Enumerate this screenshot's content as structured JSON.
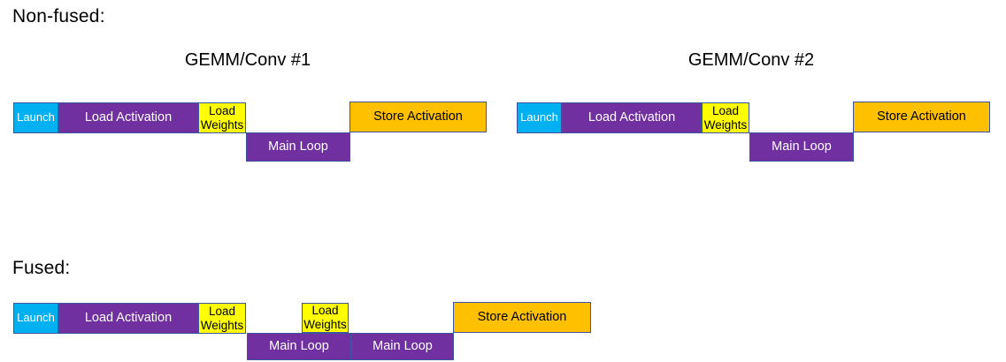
{
  "sections": {
    "non_fused_label": "Non-fused:",
    "fused_label": "Fused:"
  },
  "non_fused": {
    "group1_title": "GEMM/Conv #1",
    "group2_title": "GEMM/Conv #2"
  },
  "block_labels": {
    "launch": "Launch",
    "load_activation": "Load Activation",
    "load_weights": "Load Weights",
    "main_loop": "Main Loop",
    "store_activation": "Store Activation"
  },
  "colors": {
    "launch": "#00B0F0",
    "purple": "#7030A0",
    "yellow": "#FFFF00",
    "orange": "#FFC000",
    "border": "#3C54A0",
    "text_light": "#FFFFFF",
    "text_dark": "#000000"
  }
}
